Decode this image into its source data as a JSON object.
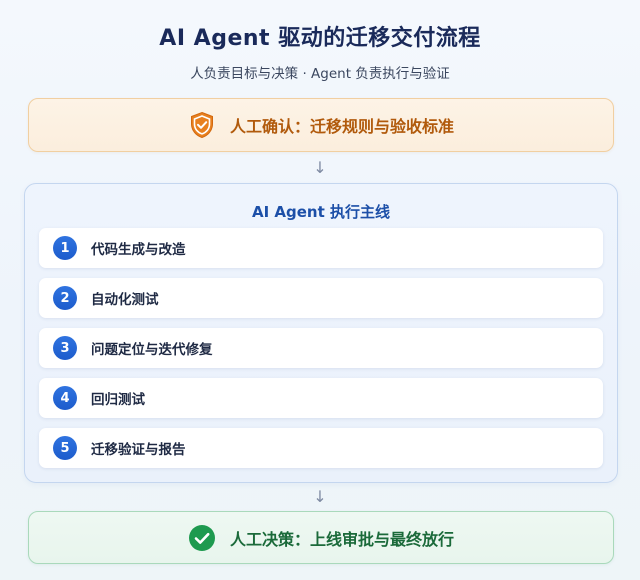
{
  "header": {
    "title": "AI Agent 驱动的迁移交付流程",
    "subtitle": "人负责目标与决策 · Agent 负责执行与验证"
  },
  "confirm": {
    "label": "人工确认：迁移规则与验收标准",
    "icon": "shield-check-icon",
    "color": "#b15a0c"
  },
  "arrows": {
    "down": "↓"
  },
  "main": {
    "title": "AI Agent 执行主线",
    "accent_color": "#1d5ccc",
    "steps": [
      {
        "number": "1",
        "label": "代码生成与改造"
      },
      {
        "number": "2",
        "label": "自动化测试"
      },
      {
        "number": "3",
        "label": "问题定位与迭代修复"
      },
      {
        "number": "4",
        "label": "回归测试"
      },
      {
        "number": "5",
        "label": "迁移验证与报告"
      }
    ]
  },
  "decision": {
    "label": "人工决策：上线审批与最终放行",
    "icon": "check-circle-icon",
    "color": "#1b6a3a"
  }
}
